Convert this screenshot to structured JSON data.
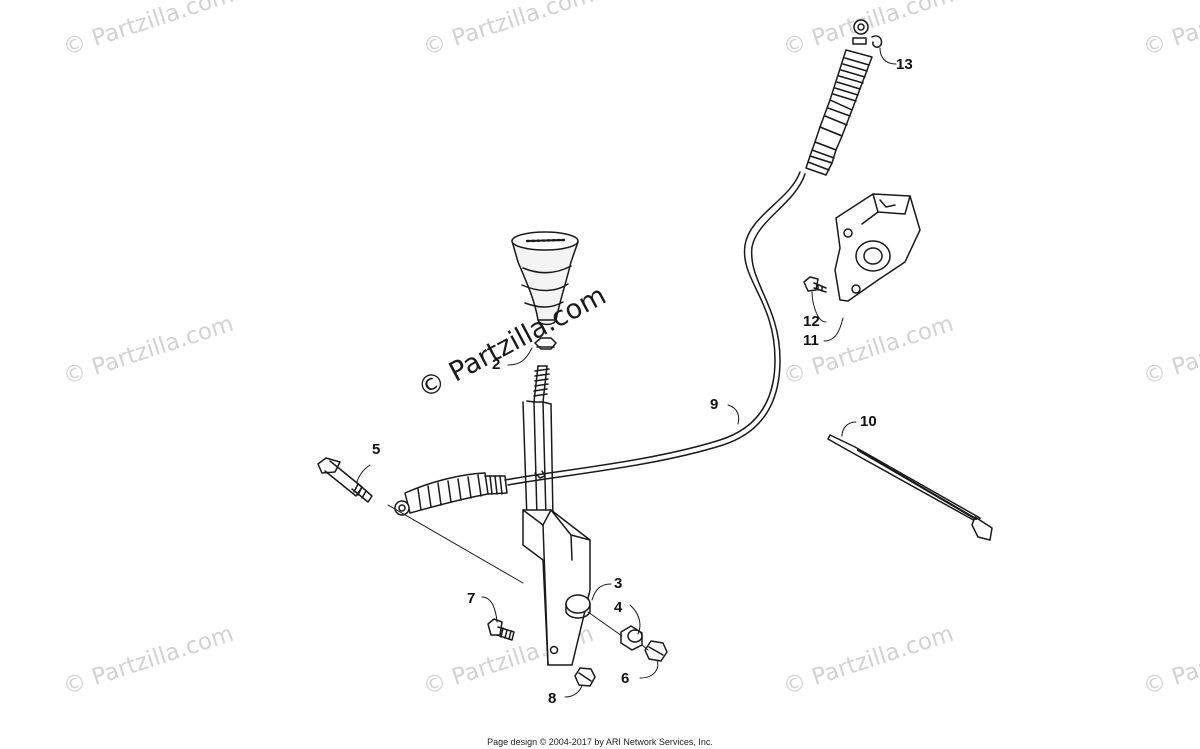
{
  "watermark": "© Partzilla.com",
  "center_watermark": "© Partzilla.com",
  "footer": "Page design © 2004-2017 by ARI Network Services, Inc.",
  "callouts": {
    "c1": "2",
    "c2": "3",
    "c3": "4",
    "c4": "5",
    "c5": "6",
    "c6": "7",
    "c7": "8",
    "c8": "9",
    "c9": "10",
    "c10": "11",
    "c11": "12",
    "c12": "13"
  },
  "colors": {
    "line": "#1a1a1a",
    "watermark": "#d2d2d2"
  }
}
